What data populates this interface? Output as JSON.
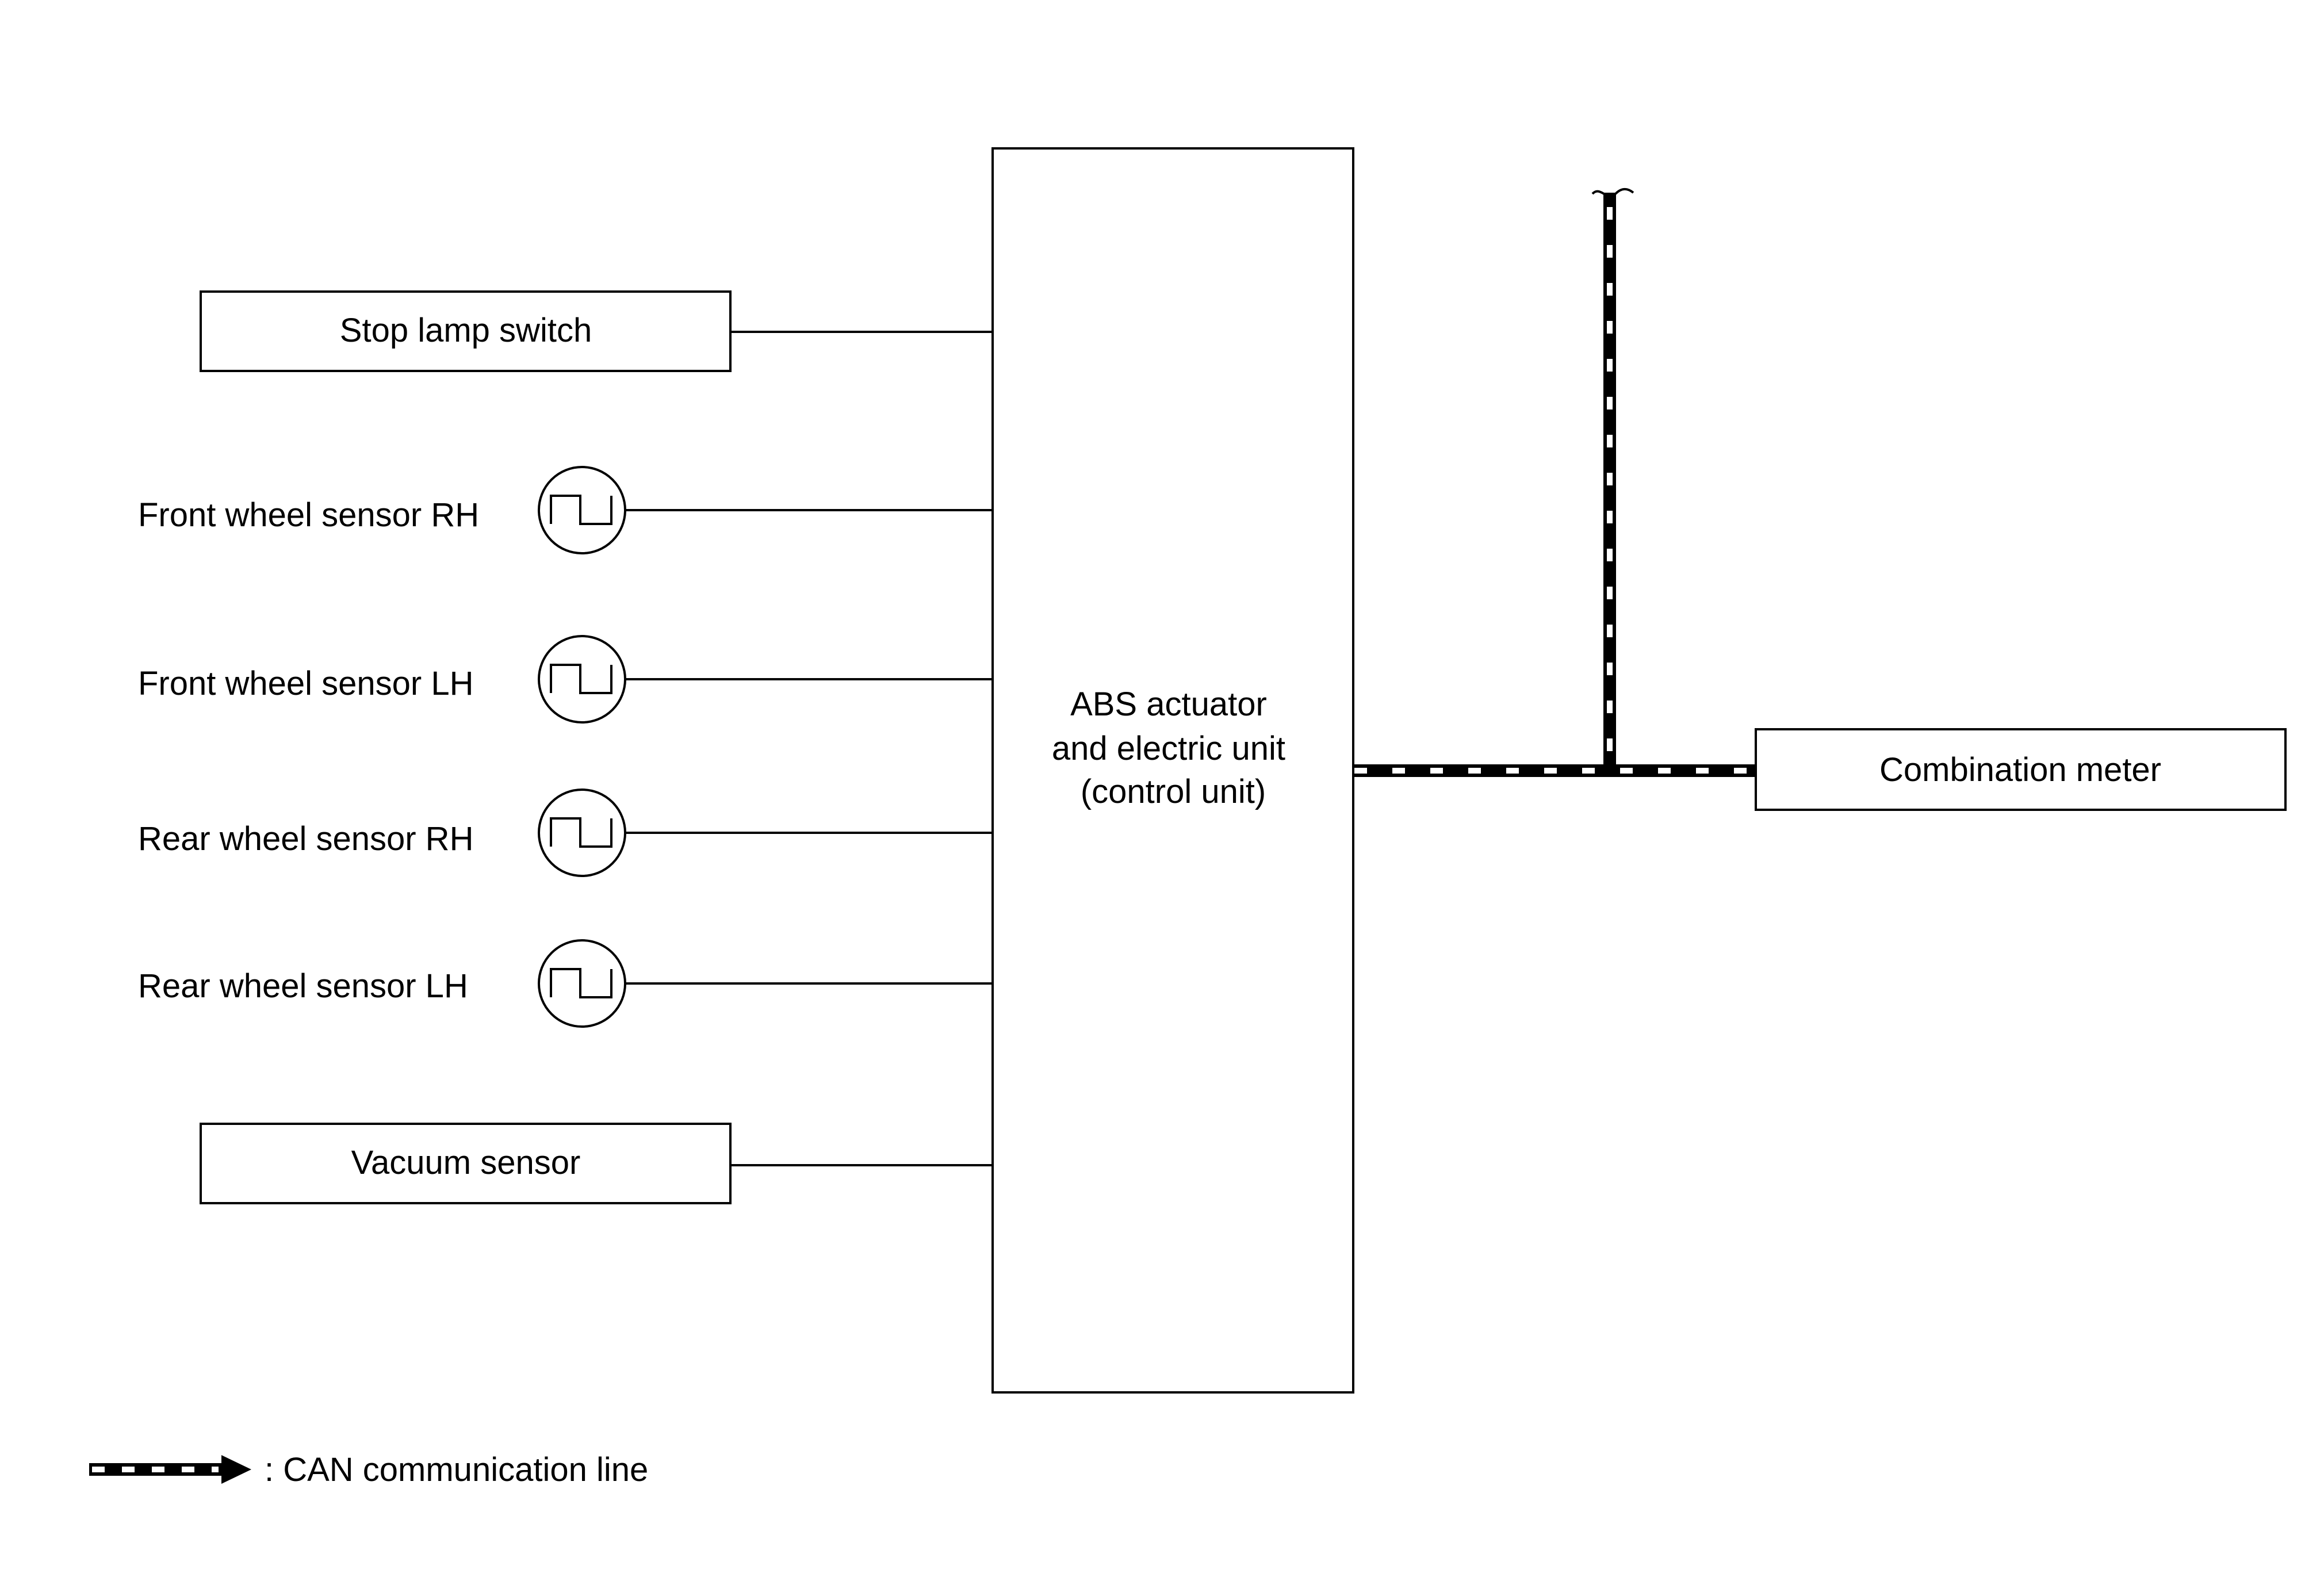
{
  "components": {
    "stop_lamp_switch": "Stop lamp switch",
    "front_wheel_sensor_rh": "Front wheel sensor RH",
    "front_wheel_sensor_lh": "Front wheel sensor LH",
    "rear_wheel_sensor_rh": "Rear wheel sensor RH",
    "rear_wheel_sensor_lh": "Rear wheel sensor LH",
    "vacuum_sensor": "Vacuum sensor",
    "abs_unit": [
      "ABS actuator",
      "and electric unit",
      "(control unit)"
    ],
    "combination_meter": "Combination meter"
  },
  "legend": {
    "can_line": ": CAN communication line"
  },
  "colors": {
    "line": "#000000",
    "background": "#ffffff"
  }
}
